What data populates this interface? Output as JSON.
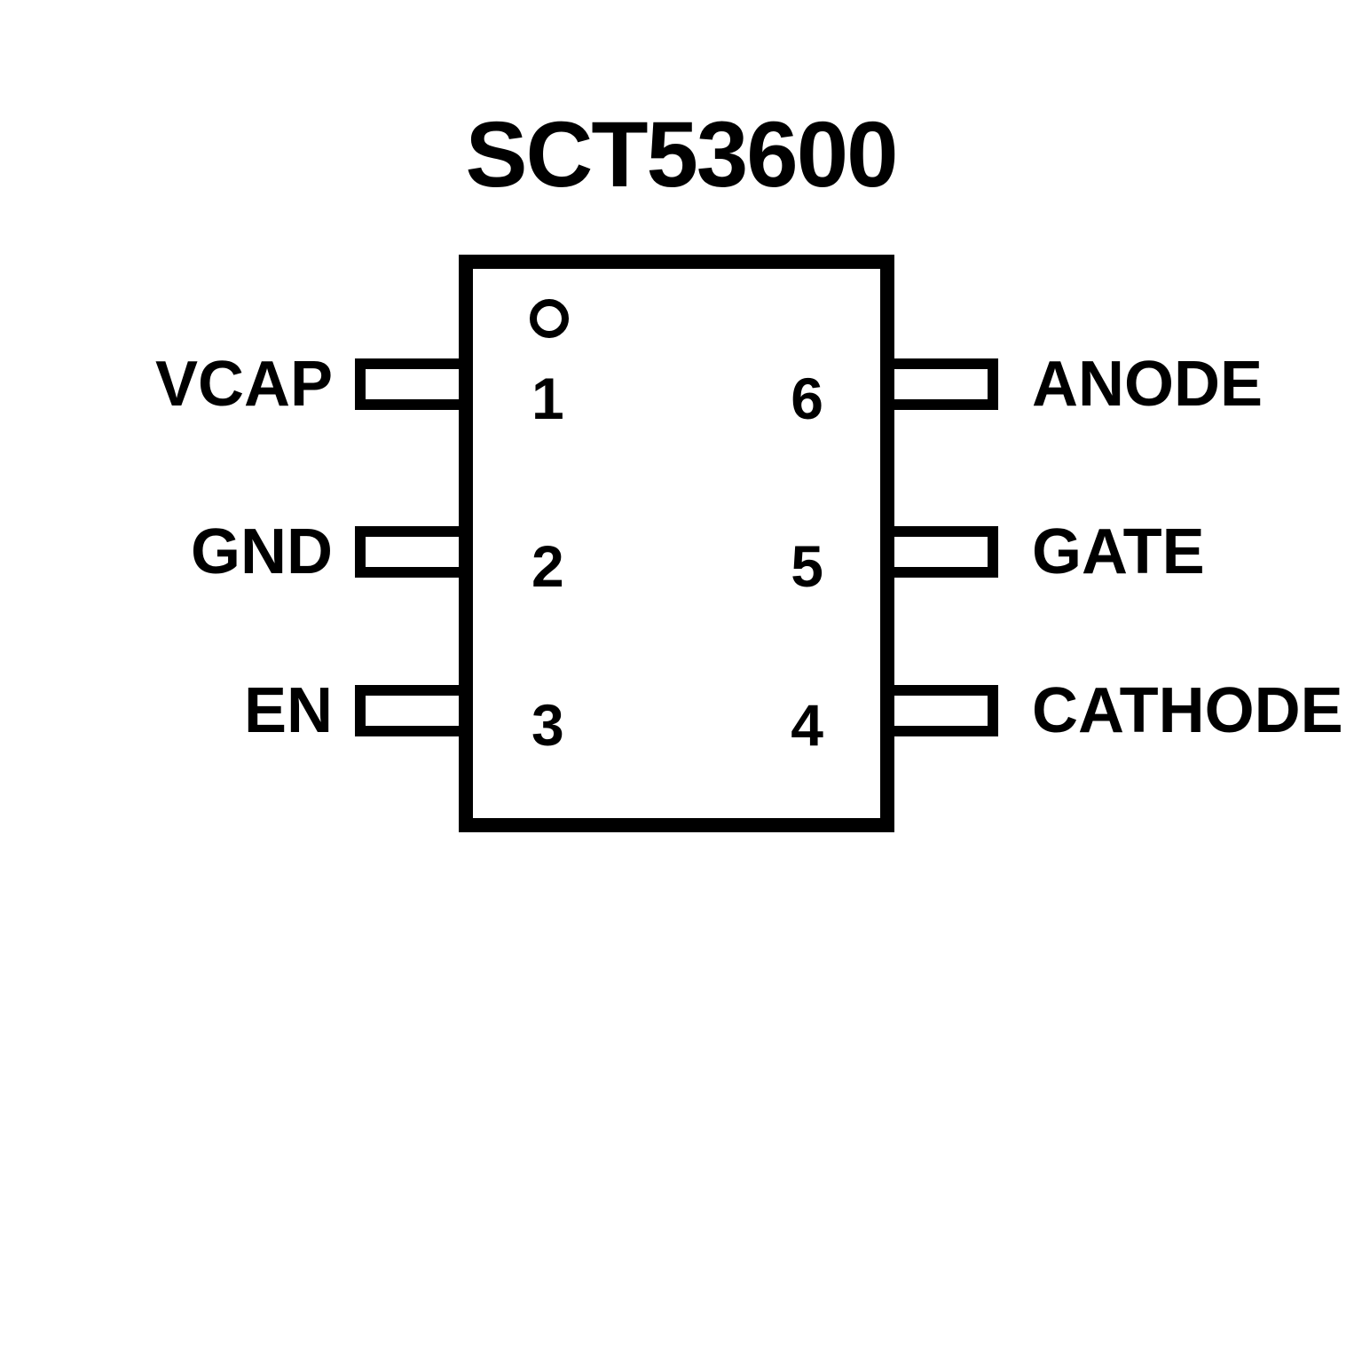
{
  "title": "SCT53600",
  "pins": {
    "left": [
      {
        "number": "1",
        "label": "VCAP"
      },
      {
        "number": "2",
        "label": "GND"
      },
      {
        "number": "3",
        "label": "EN"
      }
    ],
    "right": [
      {
        "number": "6",
        "label": "ANODE"
      },
      {
        "number": "5",
        "label": "GATE"
      },
      {
        "number": "4",
        "label": "CATHODE"
      }
    ]
  },
  "colors": {
    "line": "#000000",
    "background": "#ffffff",
    "text": "#000000"
  }
}
